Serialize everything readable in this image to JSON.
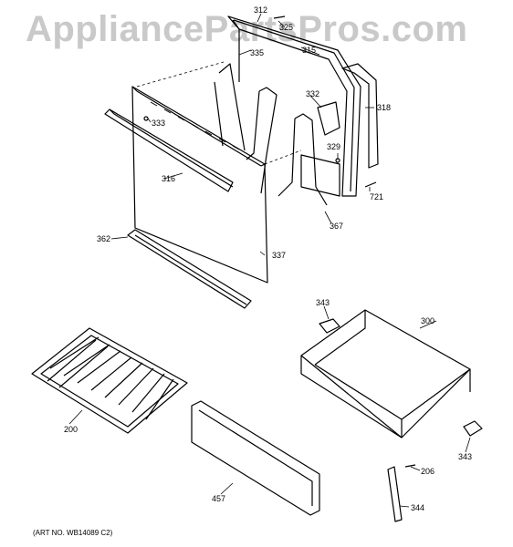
{
  "watermark": "AppliancePartsPros.com",
  "art_number": "(ART NO. WB14089 C2)",
  "parts": [
    {
      "id": "p312",
      "number": "312"
    },
    {
      "id": "p325",
      "number": "325"
    },
    {
      "id": "p335",
      "number": "335"
    },
    {
      "id": "p315",
      "number": "315"
    },
    {
      "id": "p332",
      "number": "332"
    },
    {
      "id": "p318",
      "number": "318"
    },
    {
      "id": "p333",
      "number": "333"
    },
    {
      "id": "p329",
      "number": "329"
    },
    {
      "id": "p316",
      "number": "316"
    },
    {
      "id": "p721",
      "number": "721"
    },
    {
      "id": "p367",
      "number": "367"
    },
    {
      "id": "p362",
      "number": "362"
    },
    {
      "id": "p337",
      "number": "337"
    },
    {
      "id": "p343a",
      "number": "343"
    },
    {
      "id": "p300",
      "number": "300"
    },
    {
      "id": "p200",
      "number": "200"
    },
    {
      "id": "p343b",
      "number": "343"
    },
    {
      "id": "p206",
      "number": "206"
    },
    {
      "id": "p457",
      "number": "457"
    },
    {
      "id": "p344",
      "number": "344"
    }
  ]
}
